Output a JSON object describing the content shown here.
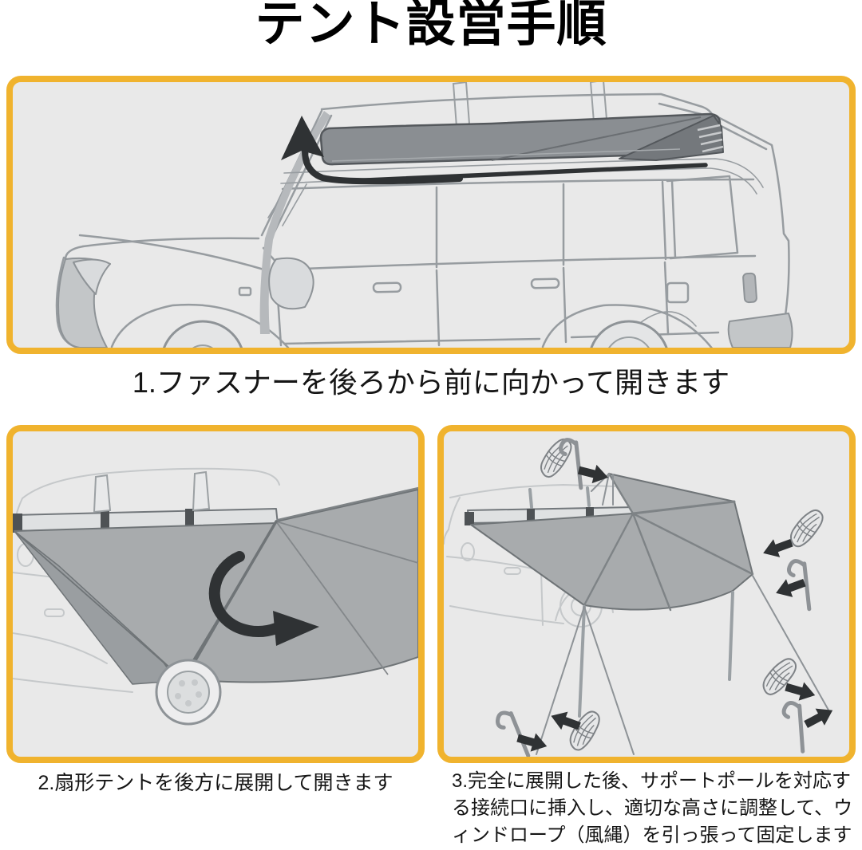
{
  "title": "テント設営手順",
  "steps": [
    {
      "number": "1",
      "caption": "1.ファスナーを後ろから前に向かって開きます",
      "illustration": "suv-with-rooftop-awning-bag-and-unzip-arrow"
    },
    {
      "number": "2",
      "caption": "2.扇形テントを後方に展開して開きます",
      "illustration": "fan-awning-unfolding-with-rotation-arrow"
    },
    {
      "number": "3",
      "caption": "3.完全に展開した後、サポートポールを対応する接続口に挿入し、適切な高さに調整して、ウィンドロープ（風縄）を引っ張って固定します",
      "illustration": "deployed-awning-with-support-poles-wind-ropes-and-pegs"
    }
  ],
  "icons": {
    "unzip_arrow": "curved-up-arrow",
    "rotate_arrow": "curved-clockwise-arrow",
    "attach_arrow": "chunky-black-arrow",
    "wind_rope": "coiled-rope",
    "tent_peg": "j-hook-stake"
  },
  "colors": {
    "accent_yellow": "#F0B32E",
    "panel_bg": "#E9E9E9",
    "fabric_gray": "#A8ABAD",
    "bag_gray": "#8A8E92",
    "line_gray": "#979CA0",
    "arrow_black": "#2F3234",
    "text_black": "#151515"
  }
}
